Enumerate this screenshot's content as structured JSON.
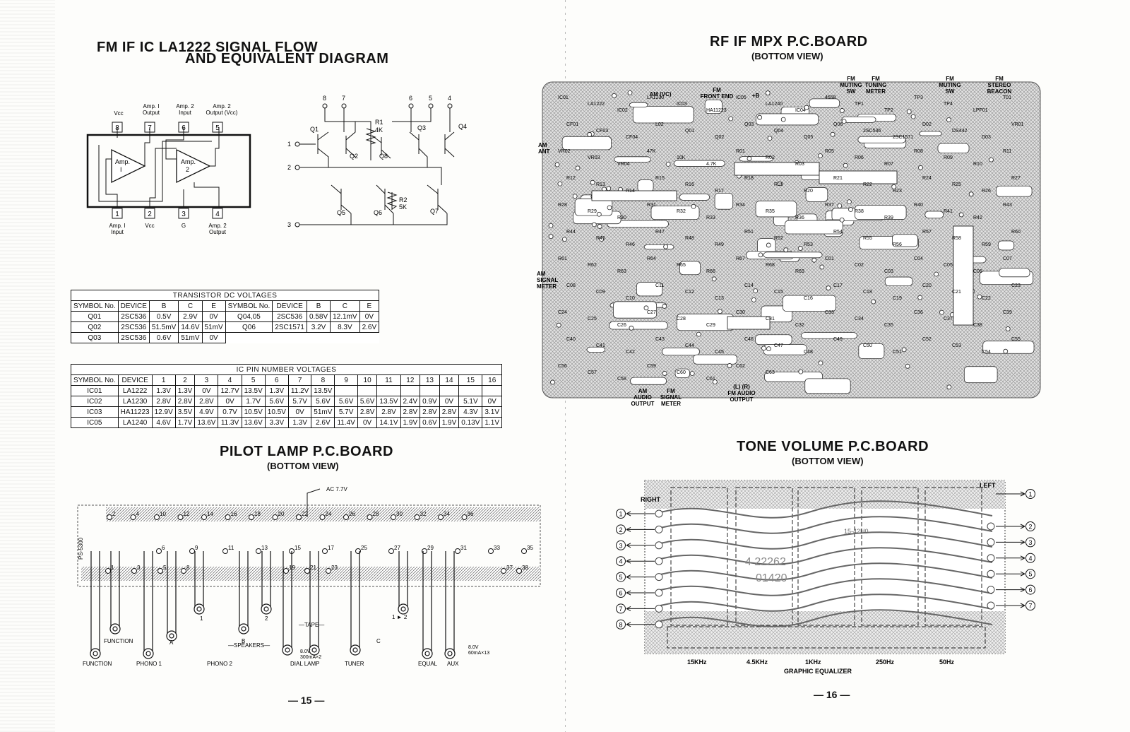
{
  "left": {
    "title_line1": "FM IF IC LA1222 SIGNAL FLOW",
    "title_line2": "AND EQUIVALENT DIAGRAM",
    "ic_pins_top": [
      {
        "num": "8",
        "label": "Vcc"
      },
      {
        "num": "7",
        "label": "Amp. I\nOutput"
      },
      {
        "num": "6",
        "label": "Amp. 2\nInput"
      },
      {
        "num": "5",
        "label": "Amp. 2\nOutput (Vcc)"
      }
    ],
    "ic_pins_bottom": [
      {
        "num": "1",
        "label": "Amp. I\nInput"
      },
      {
        "num": "2",
        "label": "Vcc"
      },
      {
        "num": "3",
        "label": "G"
      },
      {
        "num": "4",
        "label": "Amp. 2\nOutput"
      }
    ],
    "amp1": "Amp.\nI",
    "amp2": "Amp.\n2",
    "equiv_labels": [
      "8",
      "7",
      "6",
      "5",
      "4",
      "1",
      "2",
      "3",
      "Q1",
      "Q2",
      "Q3",
      "Q4",
      "Q5",
      "Q6",
      "Q7",
      "Q8",
      "R1",
      "4K",
      "R2",
      "5K"
    ],
    "transistor_table": {
      "caption": "TRANSISTOR DC VOLTAGES",
      "headers": [
        "SYMBOL No.",
        "DEVICE",
        "B",
        "C",
        "E",
        "SYMBOL No.",
        "DEVICE",
        "B",
        "C",
        "E"
      ],
      "rows": [
        [
          "Q01",
          "2SC536",
          "0.5V",
          "2.9V",
          "0V",
          "Q04,05",
          "2SC536",
          "0.58V",
          "12.1mV",
          "0V"
        ],
        [
          "Q02",
          "2SC536",
          "51.5mV",
          "14.6V",
          "51mV",
          "Q06",
          "2SC1571",
          "3.2V",
          "8.3V",
          "2.6V"
        ],
        [
          "Q03",
          "2SC536",
          "0.6V",
          "51mV",
          "0V",
          "",
          "",
          "",
          "",
          ""
        ]
      ]
    },
    "ic_table": {
      "caption": "IC PIN NUMBER VOLTAGES",
      "headers": [
        "SYMBOL No.",
        "DEVICE",
        "1",
        "2",
        "3",
        "4",
        "5",
        "6",
        "7",
        "8",
        "9",
        "10",
        "11",
        "12",
        "13",
        "14",
        "15",
        "16"
      ],
      "rows": [
        [
          "IC01",
          "LA1222",
          "1.3V",
          "1.3V",
          "0V",
          "12.7V",
          "13.5V",
          "1.3V",
          "11.2V",
          "13.5V",
          "",
          "",
          "",
          "",
          "",
          "",
          "",
          ""
        ],
        [
          "IC02",
          "LA1230",
          "2.8V",
          "2.8V",
          "2.8V",
          "0V",
          "1.7V",
          "5.6V",
          "5.7V",
          "5.6V",
          "5.6V",
          "5.6V",
          "13.5V",
          "2.4V",
          "0.9V",
          "0V",
          "5.1V",
          "0V"
        ],
        [
          "IC03",
          "HA11223",
          "12.9V",
          "3.5V",
          "4.9V",
          "0.7V",
          "10.5V",
          "10.5V",
          "0V",
          "51mV",
          "5.7V",
          "2.8V",
          "2.8V",
          "2.8V",
          "2.8V",
          "2.8V",
          "4.3V",
          "3.1V"
        ],
        [
          "IC05",
          "LA1240",
          "4.6V",
          "1.7V",
          "13.6V",
          "11.3V",
          "13.6V",
          "3.3V",
          "1.3V",
          "2.6V",
          "11.4V",
          "0V",
          "14.1V",
          "1.9V",
          "0.6V",
          "1.9V",
          "0.13V",
          "1.1V"
        ]
      ]
    },
    "pilot_title": "PILOT LAMP P.C.BOARD",
    "pilot_sub": "(BOTTOM VIEW)",
    "pilot_ac": "AC 7.7V",
    "pilot_board_code": "PS-5300",
    "pilot_terminals_top": [
      "2",
      "4",
      "10",
      "12",
      "14",
      "16",
      "18",
      "20",
      "22",
      "24",
      "26",
      "28",
      "30",
      "32",
      "34",
      "36"
    ],
    "pilot_terminals_bottom": [
      "1",
      "3",
      "5",
      "8",
      "19",
      "21",
      "23",
      "37",
      "38"
    ],
    "pilot_terminals_mid": [
      "6",
      "9",
      "11",
      "13",
      "15",
      "17",
      "25",
      "27",
      "29",
      "31",
      "33",
      "35"
    ],
    "pilot_labels": {
      "function1": "FUNCTION",
      "function2": "FUNCTION",
      "phono1": "PHONO 1",
      "phono2": "PHONO 2",
      "a": "A",
      "b": "B",
      "c": "C",
      "one": "1",
      "two": "2",
      "tape": "TAPE",
      "speakers": "SPEAKERS",
      "dial_lamp": "DIAL LAMP",
      "dial_spec": "8.0V\n300mA×2",
      "tuner": "TUNER",
      "equal": "EQUAL",
      "aux": "AUX",
      "aux_spec": "8.0V\n60mA×13",
      "arrow12": "1 ► 2"
    },
    "page_num": "— 15 —"
  },
  "right": {
    "rf_title": "RF IF MPX P.C.BOARD",
    "rf_sub": "(BOTTOM VIEW)",
    "rf_top_labels": [
      "FM\nMUTING\nSW",
      "FM\nTUNING\nMETER",
      "FM\nMUTING\nSW",
      "FM\nSTEREO\nBEACON",
      "FM\nFRONT END",
      "+B",
      "AM (VC)"
    ],
    "rf_left_labels": [
      "AM\nANT",
      "AM\nSIGNAL\nMETER"
    ],
    "rf_bottom_labels": [
      "AM\nAUDIO\nOUTPUT",
      "FM\nSIGNAL\nMETER",
      "(L)    (R)\nFM AUDIO\nOUTPUT"
    ],
    "rf_parts": [
      "IC01",
      "LA1222",
      "IC02",
      "LA1230",
      "IC03",
      "HA11223",
      "IC05",
      "LA1240",
      "IC04",
      "4558",
      "TP1",
      "TP2",
      "TP3",
      "TP4",
      "LPF01",
      "T01",
      "CF01",
      "CF03",
      "CF04",
      "L02",
      "Q01",
      "Q02",
      "Q03",
      "Q04",
      "Q05",
      "Q06",
      "2SC536",
      "2SC1571",
      "D02",
      "DS442",
      "D03",
      "VR01",
      "VR02",
      "VR03",
      "VR04",
      "47K",
      "10K",
      "4.7K",
      "R01",
      "R02",
      "R03",
      "R05",
      "R06",
      "R07",
      "R08",
      "R09",
      "R10",
      "R11",
      "R12",
      "R13",
      "R14",
      "R15",
      "R16",
      "R17",
      "R18",
      "R19",
      "R20",
      "R21",
      "R22",
      "R23",
      "R24",
      "R25",
      "R26",
      "R27",
      "R28",
      "R29",
      "R30",
      "R31",
      "R32",
      "R33",
      "R34",
      "R35",
      "R36",
      "R37",
      "R38",
      "R39",
      "R40",
      "R41",
      "R42",
      "R43",
      "R44",
      "R45",
      "R46",
      "R47",
      "R48",
      "R49",
      "R51",
      "R52",
      "R53",
      "R54",
      "R55",
      "R56",
      "R57",
      "R58",
      "R59",
      "R60",
      "R61",
      "R62",
      "R63",
      "R64",
      "R65",
      "R66",
      "R67",
      "R68",
      "R69",
      "C01",
      "C02",
      "C03",
      "C04",
      "C05",
      "C06",
      "C07",
      "C08",
      "C09",
      "C10",
      "C11",
      "C12",
      "C13",
      "C14",
      "C15",
      "C16",
      "C17",
      "C18",
      "C19",
      "C20",
      "C21",
      "C22",
      "C23",
      "C24",
      "C25",
      "C26",
      "C27",
      "C28",
      "C29",
      "C30",
      "C31",
      "C32",
      "C33",
      "C34",
      "C35",
      "C36",
      "C37",
      "C38",
      "C39",
      "C40",
      "C41",
      "C42",
      "C43",
      "C44",
      "C45",
      "C46",
      "C47",
      "C48",
      "C49",
      "C50",
      "C51",
      "C52",
      "C53",
      "C54",
      "C55",
      "C56",
      "C57",
      "C58",
      "C59",
      "C60",
      "C61",
      "C62",
      "C63"
    ],
    "tone_title": "TONE VOLUME P.C.BOARD",
    "tone_sub": "(BOTTOM VIEW)",
    "tone_right": "RIGHT",
    "tone_left": "LEFT",
    "tone_left_terms": [
      "1",
      "2",
      "3",
      "4",
      "5",
      "6",
      "7",
      "8"
    ],
    "tone_right_terms": [
      "1",
      "2",
      "3",
      "4",
      "5",
      "6",
      "7"
    ],
    "tone_freqs": [
      "15KHz",
      "4.5KHz",
      "1KHz",
      "250Hz",
      "50Hz"
    ],
    "tone_eq": "GRAPHIC   EQUALIZER",
    "tone_marks": [
      "15-42H0",
      "4 22262",
      "01420"
    ],
    "page_num": "— 16 —"
  }
}
